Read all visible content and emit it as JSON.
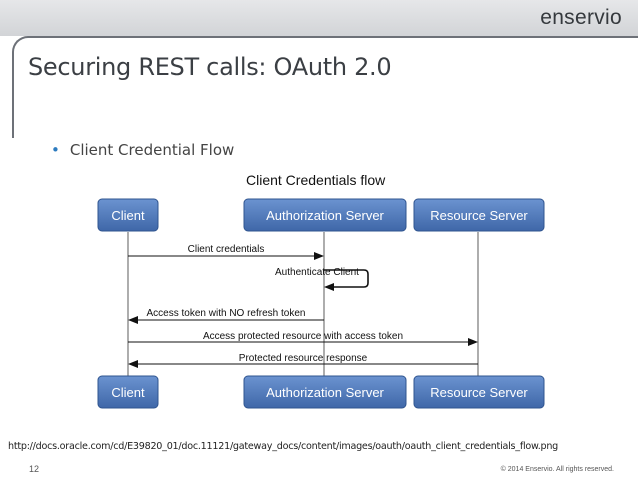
{
  "logo": {
    "text": "enservio"
  },
  "slide": {
    "title": "Securing REST calls: OAuth 2.0",
    "bullet": "Client Credential Flow",
    "url": "http://docs.oracle.com/cd/E39820_01/doc.11121/gateway_docs/content/images/oauth/oauth_client_credentials_flow.png",
    "page_number": "12",
    "copyright": "© 2014 Enservio. All rights reserved."
  },
  "diagram": {
    "title": "Client Credentials flow",
    "participants": [
      "Client",
      "Authorization Server",
      "Resource Server"
    ],
    "messages": [
      {
        "label": "Client credentials",
        "from": "Client",
        "to": "Authorization Server"
      },
      {
        "label": "Authenticate Client",
        "from": "Authorization Server",
        "to": "Authorization Server"
      },
      {
        "label": "Access token with NO refresh token",
        "from": "Authorization Server",
        "to": "Client"
      },
      {
        "label": "Access protected resource with access token",
        "from": "Client",
        "to": "Resource Server"
      },
      {
        "label": "Protected resource response",
        "from": "Resource Server",
        "to": "Client"
      }
    ],
    "colors": {
      "box": "#4d76b8",
      "box_border": "#2f548f",
      "text": "#ffffff"
    }
  }
}
